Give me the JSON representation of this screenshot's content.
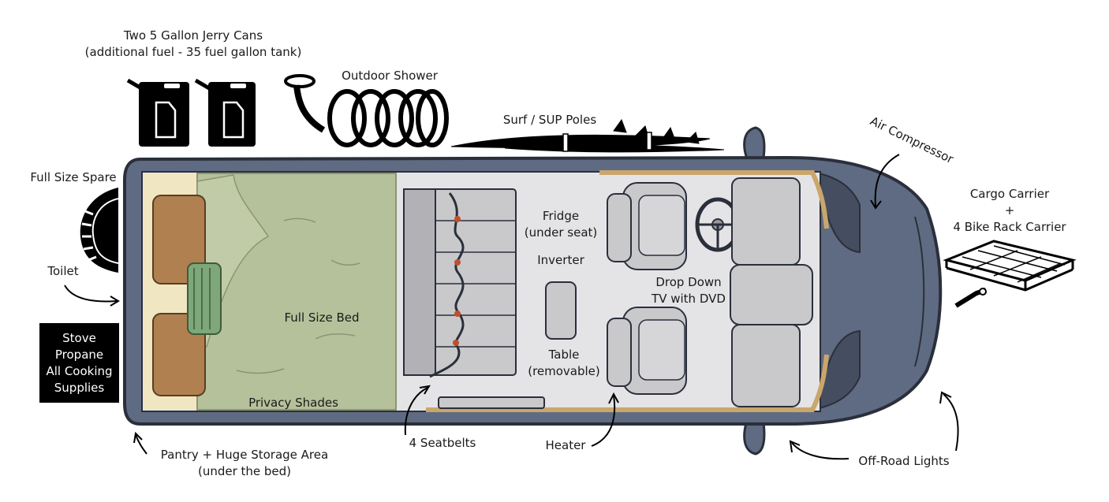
{
  "labels": {
    "jerry_cans_1": "Two 5 Gallon Jerry Cans",
    "jerry_cans_2": "(additional fuel - 35 fuel gallon tank)",
    "outdoor_shower": "Outdoor Shower",
    "surf_poles": "Surf / SUP Poles",
    "air_compressor": "Air Compressor",
    "cargo_carrier_1": "Cargo Carrier",
    "cargo_carrier_plus": "+",
    "cargo_carrier_2": "4 Bike Rack Carrier",
    "full_size_spare": "Full Size Spare",
    "toilet": "Toilet",
    "stove_box": [
      "Stove",
      "Propane",
      "All Cooking",
      "Supplies"
    ],
    "full_size_bed": "Full Size Bed",
    "privacy_shades": "Privacy Shades",
    "fridge_1": "Fridge",
    "fridge_2": "(under seat)",
    "inverter": "Inverter",
    "table_1": "Table",
    "table_2": "(removable)",
    "drop_down_1": "Drop Down",
    "drop_down_2": "TV with DVD",
    "pantry_1": "Pantry + Huge Storage Area",
    "pantry_2": "(under the bed)",
    "seatbelts": "4 Seatbelts",
    "heater": "Heater",
    "off_road_lights": "Off-Road Lights"
  },
  "colors": {
    "van_body": "#5f6b82",
    "van_outline": "#2a2f3b",
    "floor": "#e4e4e6",
    "bed": "#b5c19a",
    "bed_edge": "#f0e6c2",
    "pillow": "#b08050",
    "cushion": "#7ea77a",
    "seat": "#c9c9cc",
    "trim": "#c9a66b",
    "label_box": "#000000"
  },
  "icons": [
    "jerry-can-icon",
    "hose-icon",
    "surfboard-icon",
    "spare-tire-icon",
    "bike-rack-icon",
    "steering-wheel-icon",
    "arrow-icon"
  ]
}
